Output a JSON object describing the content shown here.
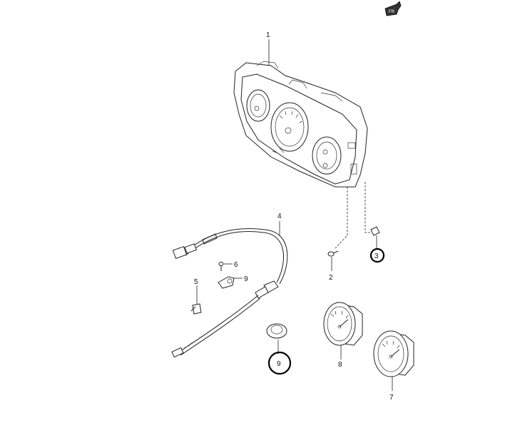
{
  "parts": [
    {
      "id": "1",
      "label": "1"
    },
    {
      "id": "2",
      "label": "2"
    },
    {
      "id": "3",
      "label": "3"
    },
    {
      "id": "4",
      "label": "4"
    },
    {
      "id": "5",
      "label": "5"
    },
    {
      "id": "6",
      "label": "6"
    },
    {
      "id": "7",
      "label": "7"
    },
    {
      "id": "8",
      "label": "8"
    },
    {
      "id": "9a",
      "label": "9"
    },
    {
      "id": "9b",
      "label": "9"
    }
  ],
  "icons": {
    "orientation": "front-arrow-icon"
  },
  "highlighted": [
    "3",
    "9b"
  ]
}
